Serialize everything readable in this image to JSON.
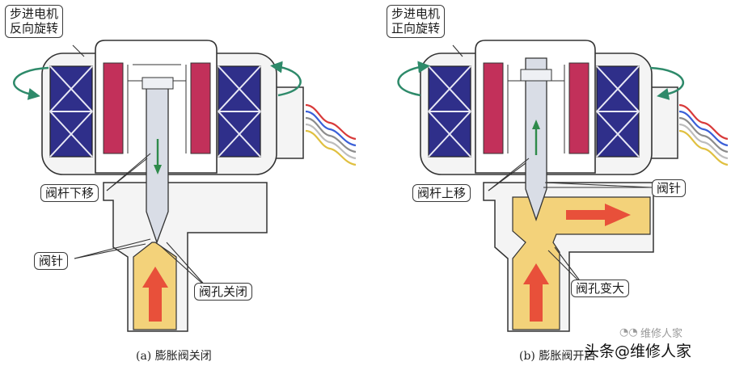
{
  "panel_a": {
    "motor_label_line1": "步进电机",
    "motor_label_line2": "反向旋转",
    "stem_label": "阀杆下移",
    "needle_label": "阀针",
    "orifice_label": "阀孔关闭",
    "caption": "(a) 膨胀阀关闭"
  },
  "panel_b": {
    "motor_label_line1": "步进电机",
    "motor_label_line2": "正向旋转",
    "stem_label": "阀杆上移",
    "needle_label": "阀针",
    "orifice_label": "阀孔变大",
    "caption": "(b) 膨胀阀开启"
  },
  "watermark": {
    "faint": "维修人家",
    "main": "头条@维修人家"
  },
  "colors": {
    "coil_fill": "#2f2f8a",
    "coil_stroke": "#e8e8f5",
    "magnet": "#c2305a",
    "flow_fill": "#f3d27a",
    "flow_arrow": "#e8503a",
    "body_fill": "#f4f4f4",
    "outline": "#333333",
    "stem": "#d9dde6",
    "stem_arrow": "#2e8a4a",
    "rotate_arrow": "#2e8a6a",
    "wires": [
      "#d83a3a",
      "#3a5fd8",
      "#8c8c8c",
      "#bdbdbd",
      "#e0c040"
    ]
  }
}
